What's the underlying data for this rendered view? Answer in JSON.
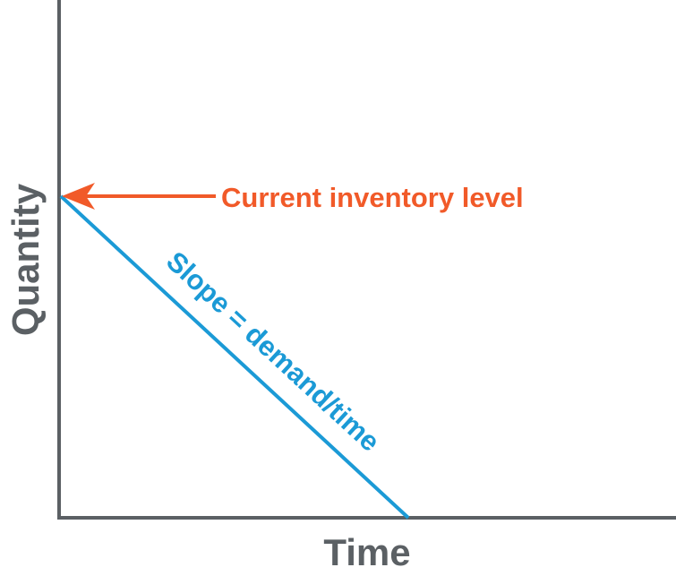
{
  "diagram": {
    "y_axis_label": "Quantity",
    "x_axis_label": "Time",
    "annotation": "Current inventory level",
    "slope_label": "Slope = demand/time",
    "colors": {
      "axis": "#5b6064",
      "annotation": "#f15a29",
      "line": "#1b9ad6"
    }
  }
}
